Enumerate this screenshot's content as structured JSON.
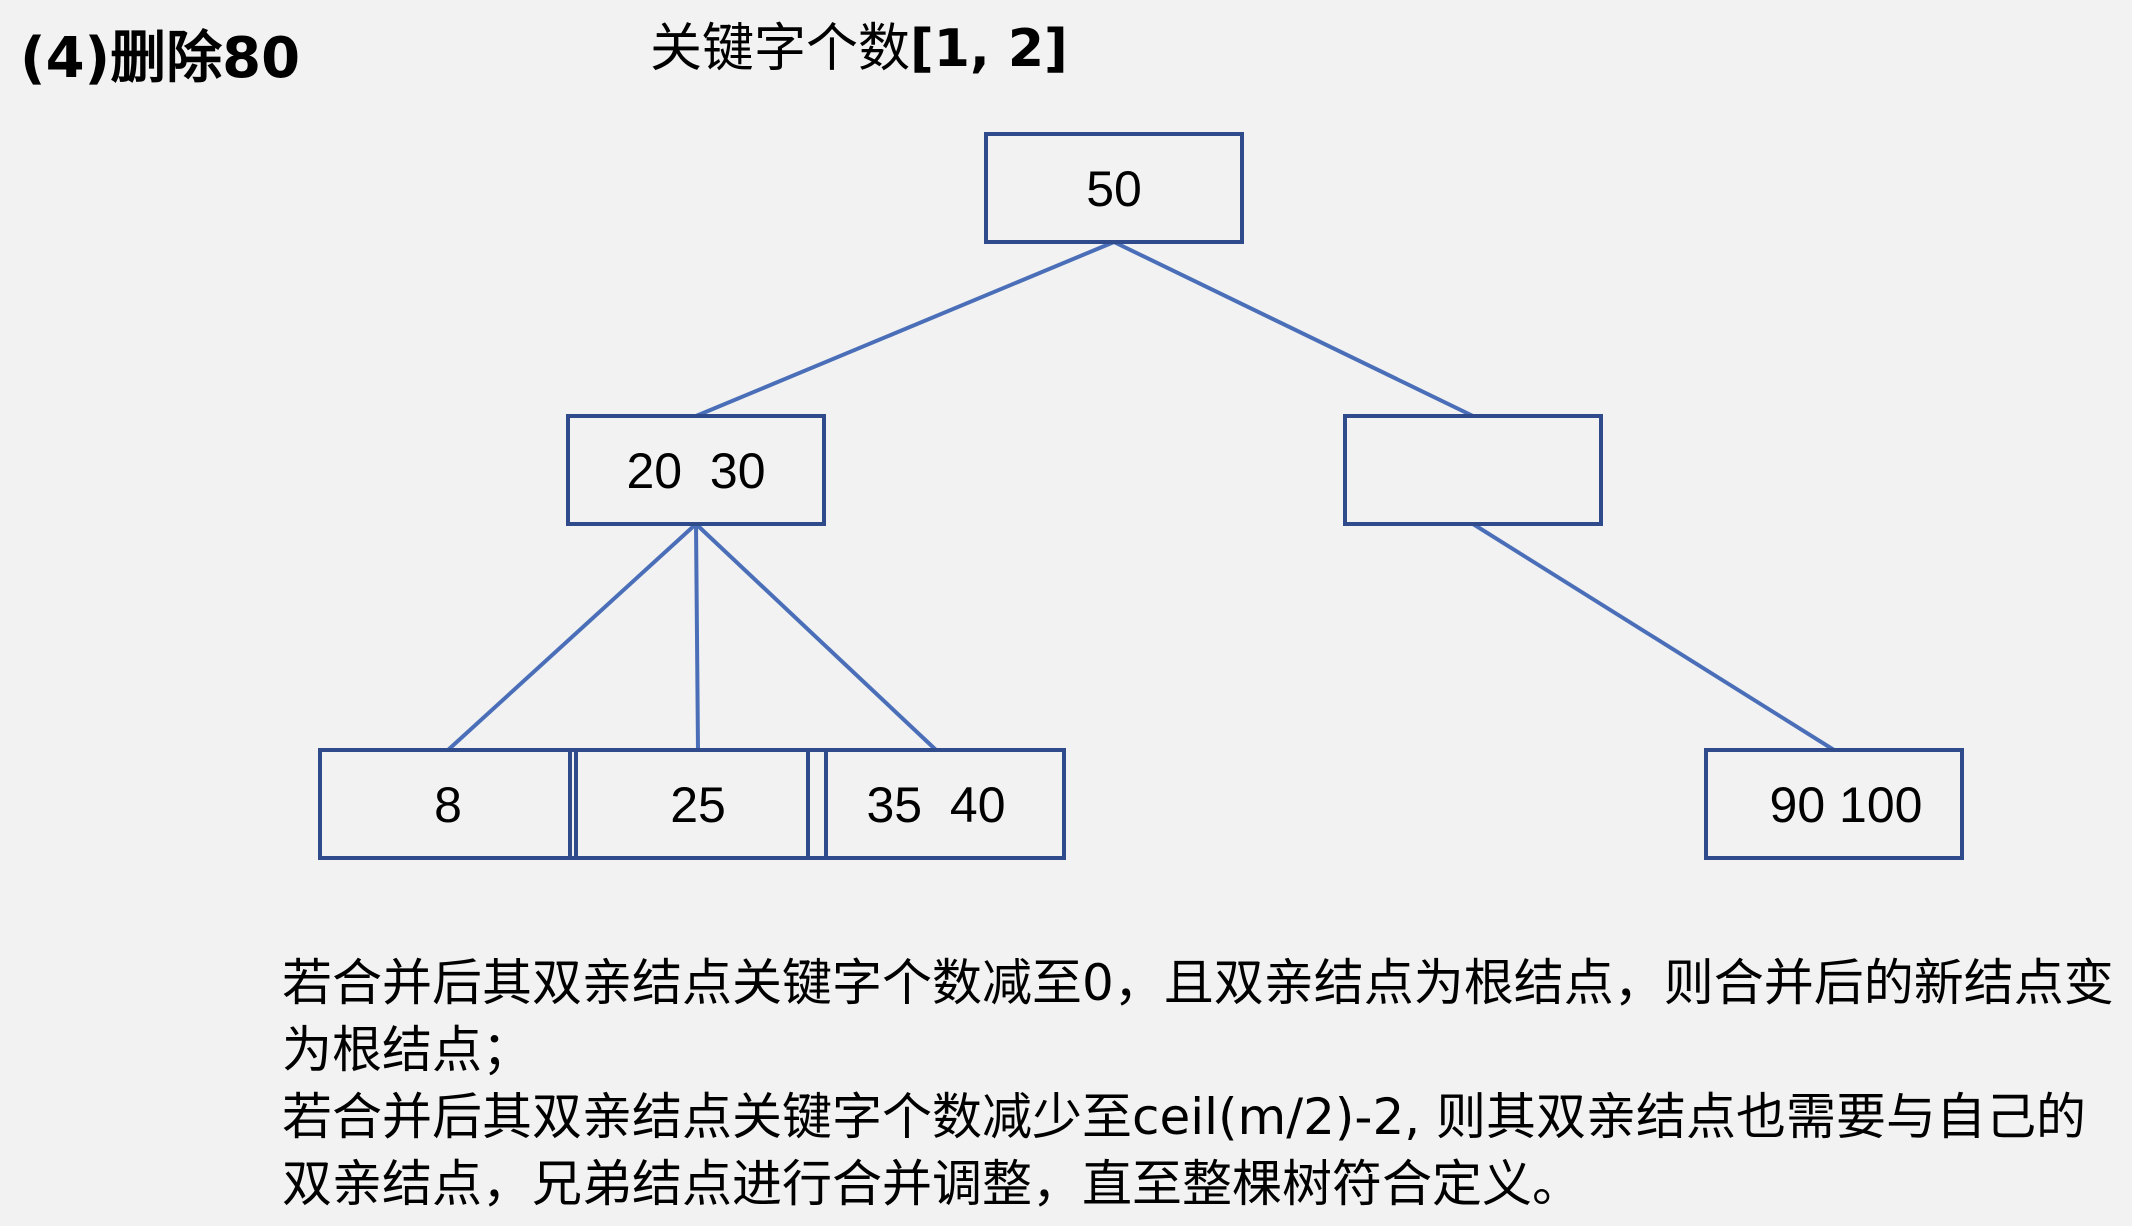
{
  "heading": "(4)删除80",
  "subtitle": {
    "label": "关键字个数",
    "range": "[1, 2]"
  },
  "colors": {
    "node_border": "#2f4b8c",
    "edge": "#4a6fb8",
    "background": "#f2f2f2"
  },
  "tree": {
    "nodes": [
      {
        "id": "root",
        "keys": "50"
      },
      {
        "id": "left",
        "keys": "20  30"
      },
      {
        "id": "right",
        "keys": ""
      },
      {
        "id": "leaf-1",
        "keys": "8"
      },
      {
        "id": "leaf-2",
        "keys": "25"
      },
      {
        "id": "leaf-3",
        "keys": "35  40"
      },
      {
        "id": "leaf-4",
        "keys": "90 100"
      }
    ],
    "edges": [
      [
        "root",
        "left"
      ],
      [
        "root",
        "right"
      ],
      [
        "left",
        "leaf-1"
      ],
      [
        "left",
        "leaf-2"
      ],
      [
        "left",
        "leaf-3"
      ],
      [
        "right",
        "leaf-4"
      ]
    ]
  },
  "explanation": [
    "若合并后其双亲结点关键字个数减至0，且双亲结点为根结点，则合并后的新结点变为根结点；",
    "若合并后其双亲结点关键字个数减少至ceil(m/2)-2, 则其双亲结点也需要与自己的双亲结点，兄弟结点进行合并调整，直至整棵树符合定义。"
  ]
}
